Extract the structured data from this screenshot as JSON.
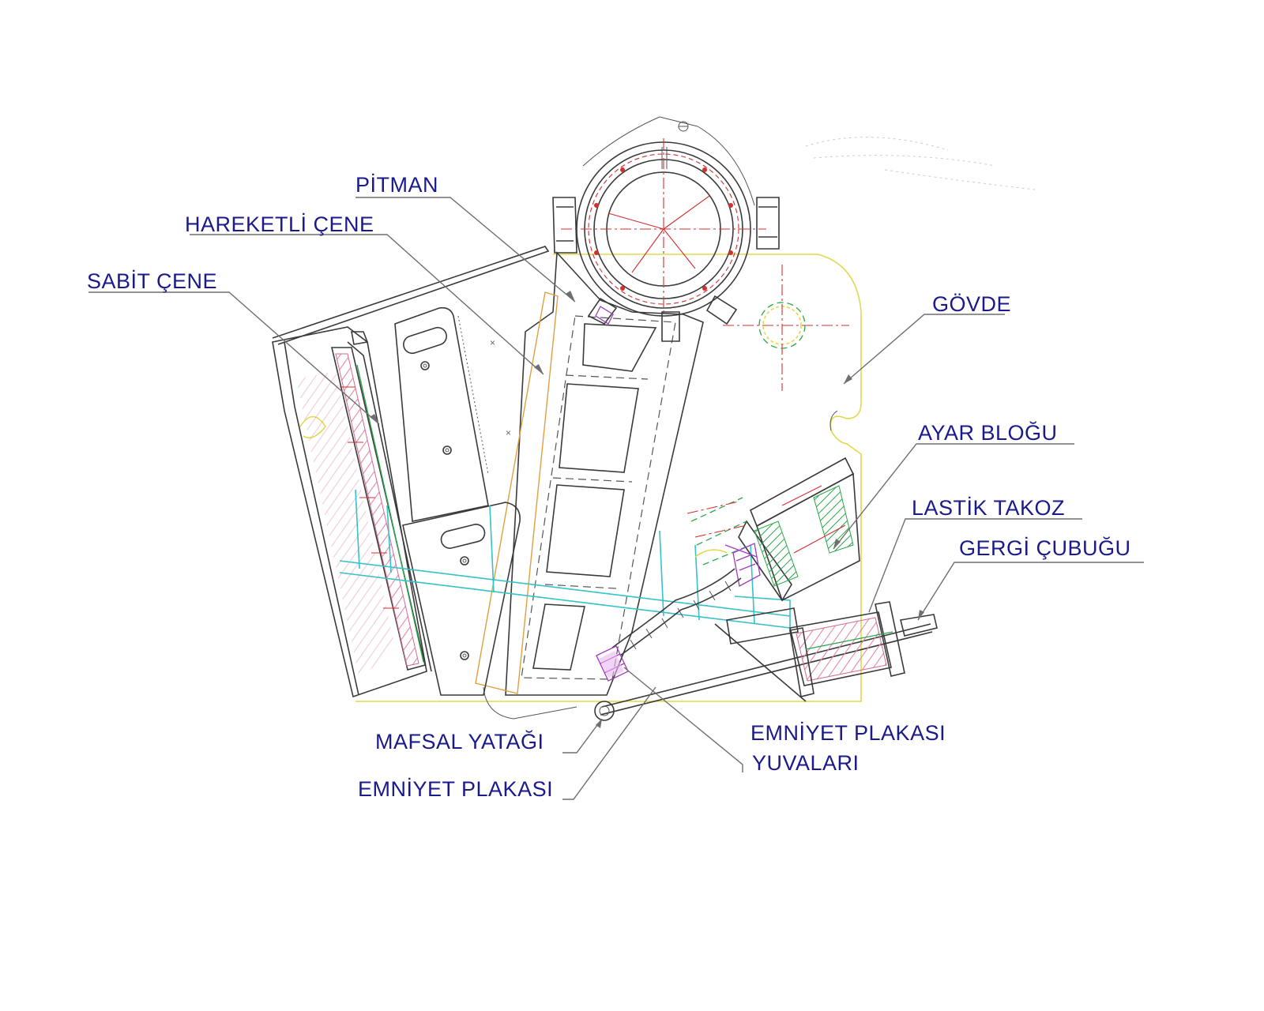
{
  "diagram": {
    "labels": {
      "pitman": "PİTMAN",
      "hareketli_cene": "HAREKETLİ ÇENE",
      "sabit_cene": "SABİT ÇENE",
      "govde": "GÖVDE",
      "ayar_blogu": "AYAR BLOĞU",
      "lastik_takoz": "LASTİK TAKOZ",
      "gergi_cubugu": "GERGİ ÇUBUĞU",
      "mafsal_yatagi": "MAFSAL YATAĞI",
      "emniyet_plakasi": "EMNİYET PLAKASI",
      "emniyet_plakasi_yuvalari_line1": "EMNİYET PLAKASI",
      "emniyet_plakasi_yuvalari_line2": "YUVALARI"
    },
    "colors": {
      "label_text": "#1a1a8c",
      "outline": "#3a3a3a",
      "frame": "#e2d84a",
      "centerline": "#d23030",
      "cyan": "#35c2c8",
      "green": "#2aa84a",
      "purple": "#a23ac0",
      "hatch": "#e0a0b4"
    }
  }
}
